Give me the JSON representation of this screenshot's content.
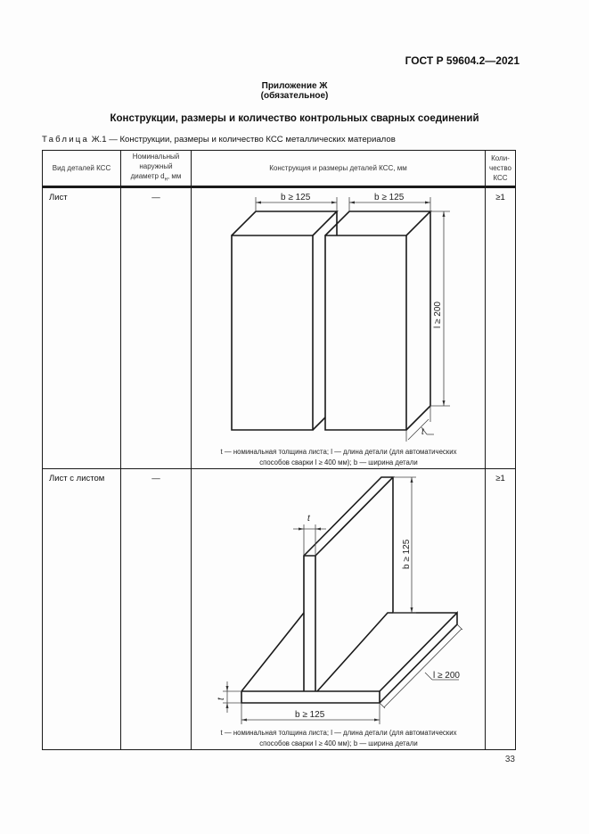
{
  "header": {
    "standard_code": "ГОСТ Р 59604.2—2021"
  },
  "appendix": {
    "label": "Приложение Ж",
    "status": "(обязательное)"
  },
  "title": "Конструкции, размеры и количество контрольных сварных соединений",
  "table_caption": {
    "prefix": "Таблица",
    "text": "Ж.1 — Конструкции, размеры и количество КСС металлических материалов"
  },
  "table": {
    "columns": [
      "Вид деталей КСС",
      "Номинальный наружный диаметр d",
      "Конструкция и размеры деталей КСС, мм",
      "Количество КСС"
    ],
    "column_labels": {
      "col1": "Вид деталей КСС",
      "col2_line1": "Номинальный",
      "col2_line2": "наружный",
      "col2_line3": "диаметр d",
      "col2_sub": "н",
      "col2_unit": ", мм",
      "col3": "Конструкция и размеры деталей КСС, мм",
      "col4_line1": "Коли-",
      "col4_line2": "чество",
      "col4_line3": "КСС"
    },
    "rows": [
      {
        "type": "Лист",
        "diameter": "—",
        "quantity": "≥1",
        "drawing": {
          "dim_width_left": "b ≥ 125",
          "dim_width_right": "b ≥ 125",
          "dim_length": "l ≥ 200",
          "dim_thickness": "t"
        },
        "legend_line1": "t — номинальная толщина листа; l — длина детали (для автоматических",
        "legend_line2": "способов сварки l ≥ 400 мм); b — ширина детали"
      },
      {
        "type": "Лист с листом",
        "diameter": "—",
        "quantity": "≥1",
        "drawing": {
          "dim_thickness_top": "t",
          "dim_height": "b ≥ 125",
          "dim_length": "l ≥ 200",
          "dim_thickness_side": "t",
          "dim_width": "b ≥ 125"
        },
        "legend_line1": "t — номинальная толщина листа; l — длина детали (для автоматических",
        "legend_line2": "способов сварки l ≥ 400 мм); b — ширина детали"
      }
    ]
  },
  "footer": {
    "page_number": "33"
  }
}
